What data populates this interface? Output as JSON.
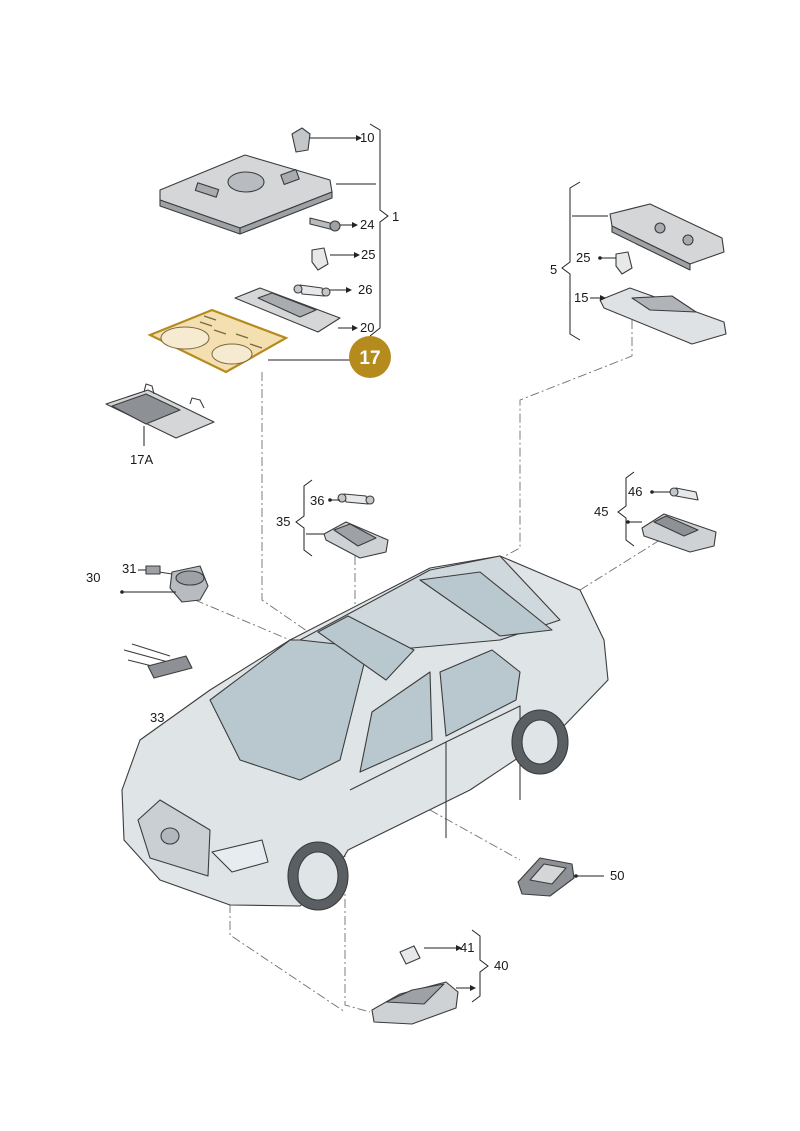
{
  "diagram": {
    "labels": {
      "p10": "10",
      "p24": "24",
      "p1": "1",
      "p25a": "25",
      "p26": "26",
      "p20": "20",
      "p17A": "17A",
      "p5": "5",
      "p25b": "25",
      "p15": "15",
      "p36": "36",
      "p35": "35",
      "p46": "46",
      "p45": "45",
      "p31": "31",
      "p30": "30",
      "p33": "33",
      "p50": "50",
      "p41": "41",
      "p40": "40"
    },
    "highlight": {
      "number": "17",
      "color": "#b58b1e",
      "text_color": "#ffffff"
    },
    "colors": {
      "part_fill": "#d4d6d8",
      "part_dark": "#9ea2a6",
      "car_fill": "#dfe4e7",
      "glass_fill": "#b9c8cf",
      "highlight_fill": "#f3dfb0"
    }
  }
}
